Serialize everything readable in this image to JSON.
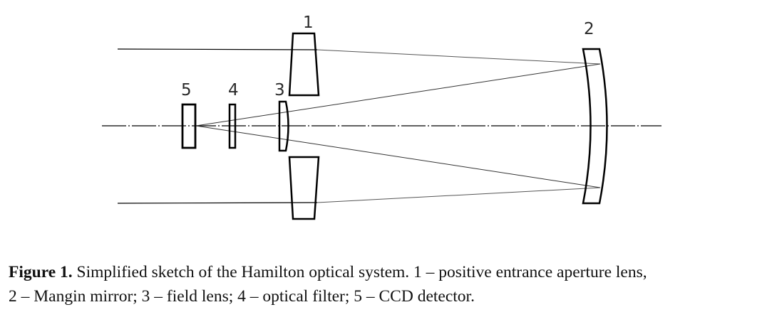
{
  "figure": {
    "labels": {
      "lens1": "1",
      "mirror2": "2",
      "fieldlens3": "3",
      "filter4": "4",
      "ccd5": "5"
    },
    "caption": {
      "label": "Figure 1.",
      "line1": " Simplified sketch of the Hamilton optical system. 1 – positive entrance aperture lens,",
      "line2": "2 – Mangin mirror; 3 – field lens; 4 – optical filter; 5 – CCD detector."
    }
  }
}
